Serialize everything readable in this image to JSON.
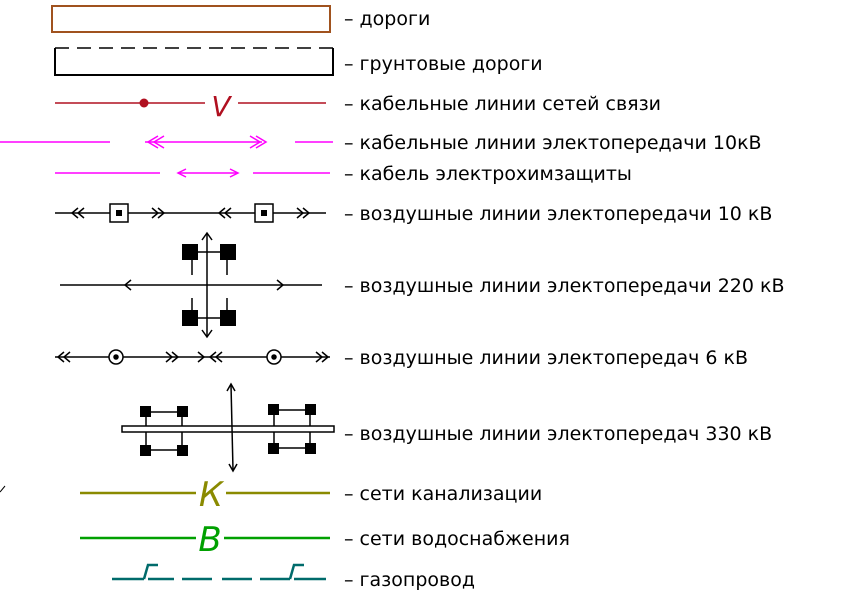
{
  "legend": {
    "items": [
      {
        "label": "– дороги"
      },
      {
        "label": "– грунтовые дороги"
      },
      {
        "label": "– кабельные линии сетей связи",
        "mark": "V"
      },
      {
        "label": "– кабельные линии электопередачи 10кВ"
      },
      {
        "label": "– кабель электрохимзащиты"
      },
      {
        "label": "– воздушные линии электопередачи 10 кВ"
      },
      {
        "label": "– воздушные линии электопередачи 220 кВ"
      },
      {
        "label": "– воздушные линии электопередач 6 кВ"
      },
      {
        "label": "– воздушные линии электопередач 330 кВ"
      },
      {
        "label": "– сети канализации",
        "mark": "К"
      },
      {
        "label": "– сети водоснабжения",
        "mark": "В"
      },
      {
        "label": "– газопровод"
      }
    ]
  },
  "colors": {
    "road": "#a0521e",
    "comm_cable": "#b01020",
    "magenta": "#ff00ff",
    "sewer": "#8a8a00",
    "water": "#00a000",
    "gas": "#006b6b",
    "black": "#000000"
  }
}
